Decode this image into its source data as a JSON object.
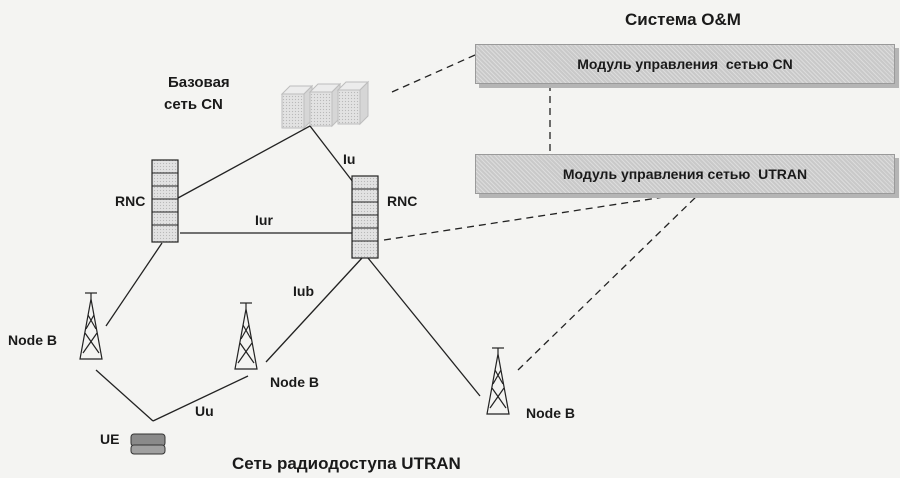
{
  "title": "Сеть радиодоступа UTRAN",
  "om": {
    "system_label": "Система O&M",
    "cn_module": "Модуль управления  сетью CN",
    "utran_module": "Модуль управления сетью  UTRAN"
  },
  "core": {
    "label_line1": "Базовая",
    "label_line2": "сеть CN"
  },
  "nodes": {
    "rnc_left": "RNC",
    "rnc_right": "RNC",
    "nodeb_left": "Node B",
    "nodeb_mid": "Node B",
    "nodeb_right": "Node B",
    "ue": "UE"
  },
  "interfaces": {
    "iu": "Iu",
    "iur": "Iur",
    "iub": "Iub",
    "uu": "Uu"
  }
}
